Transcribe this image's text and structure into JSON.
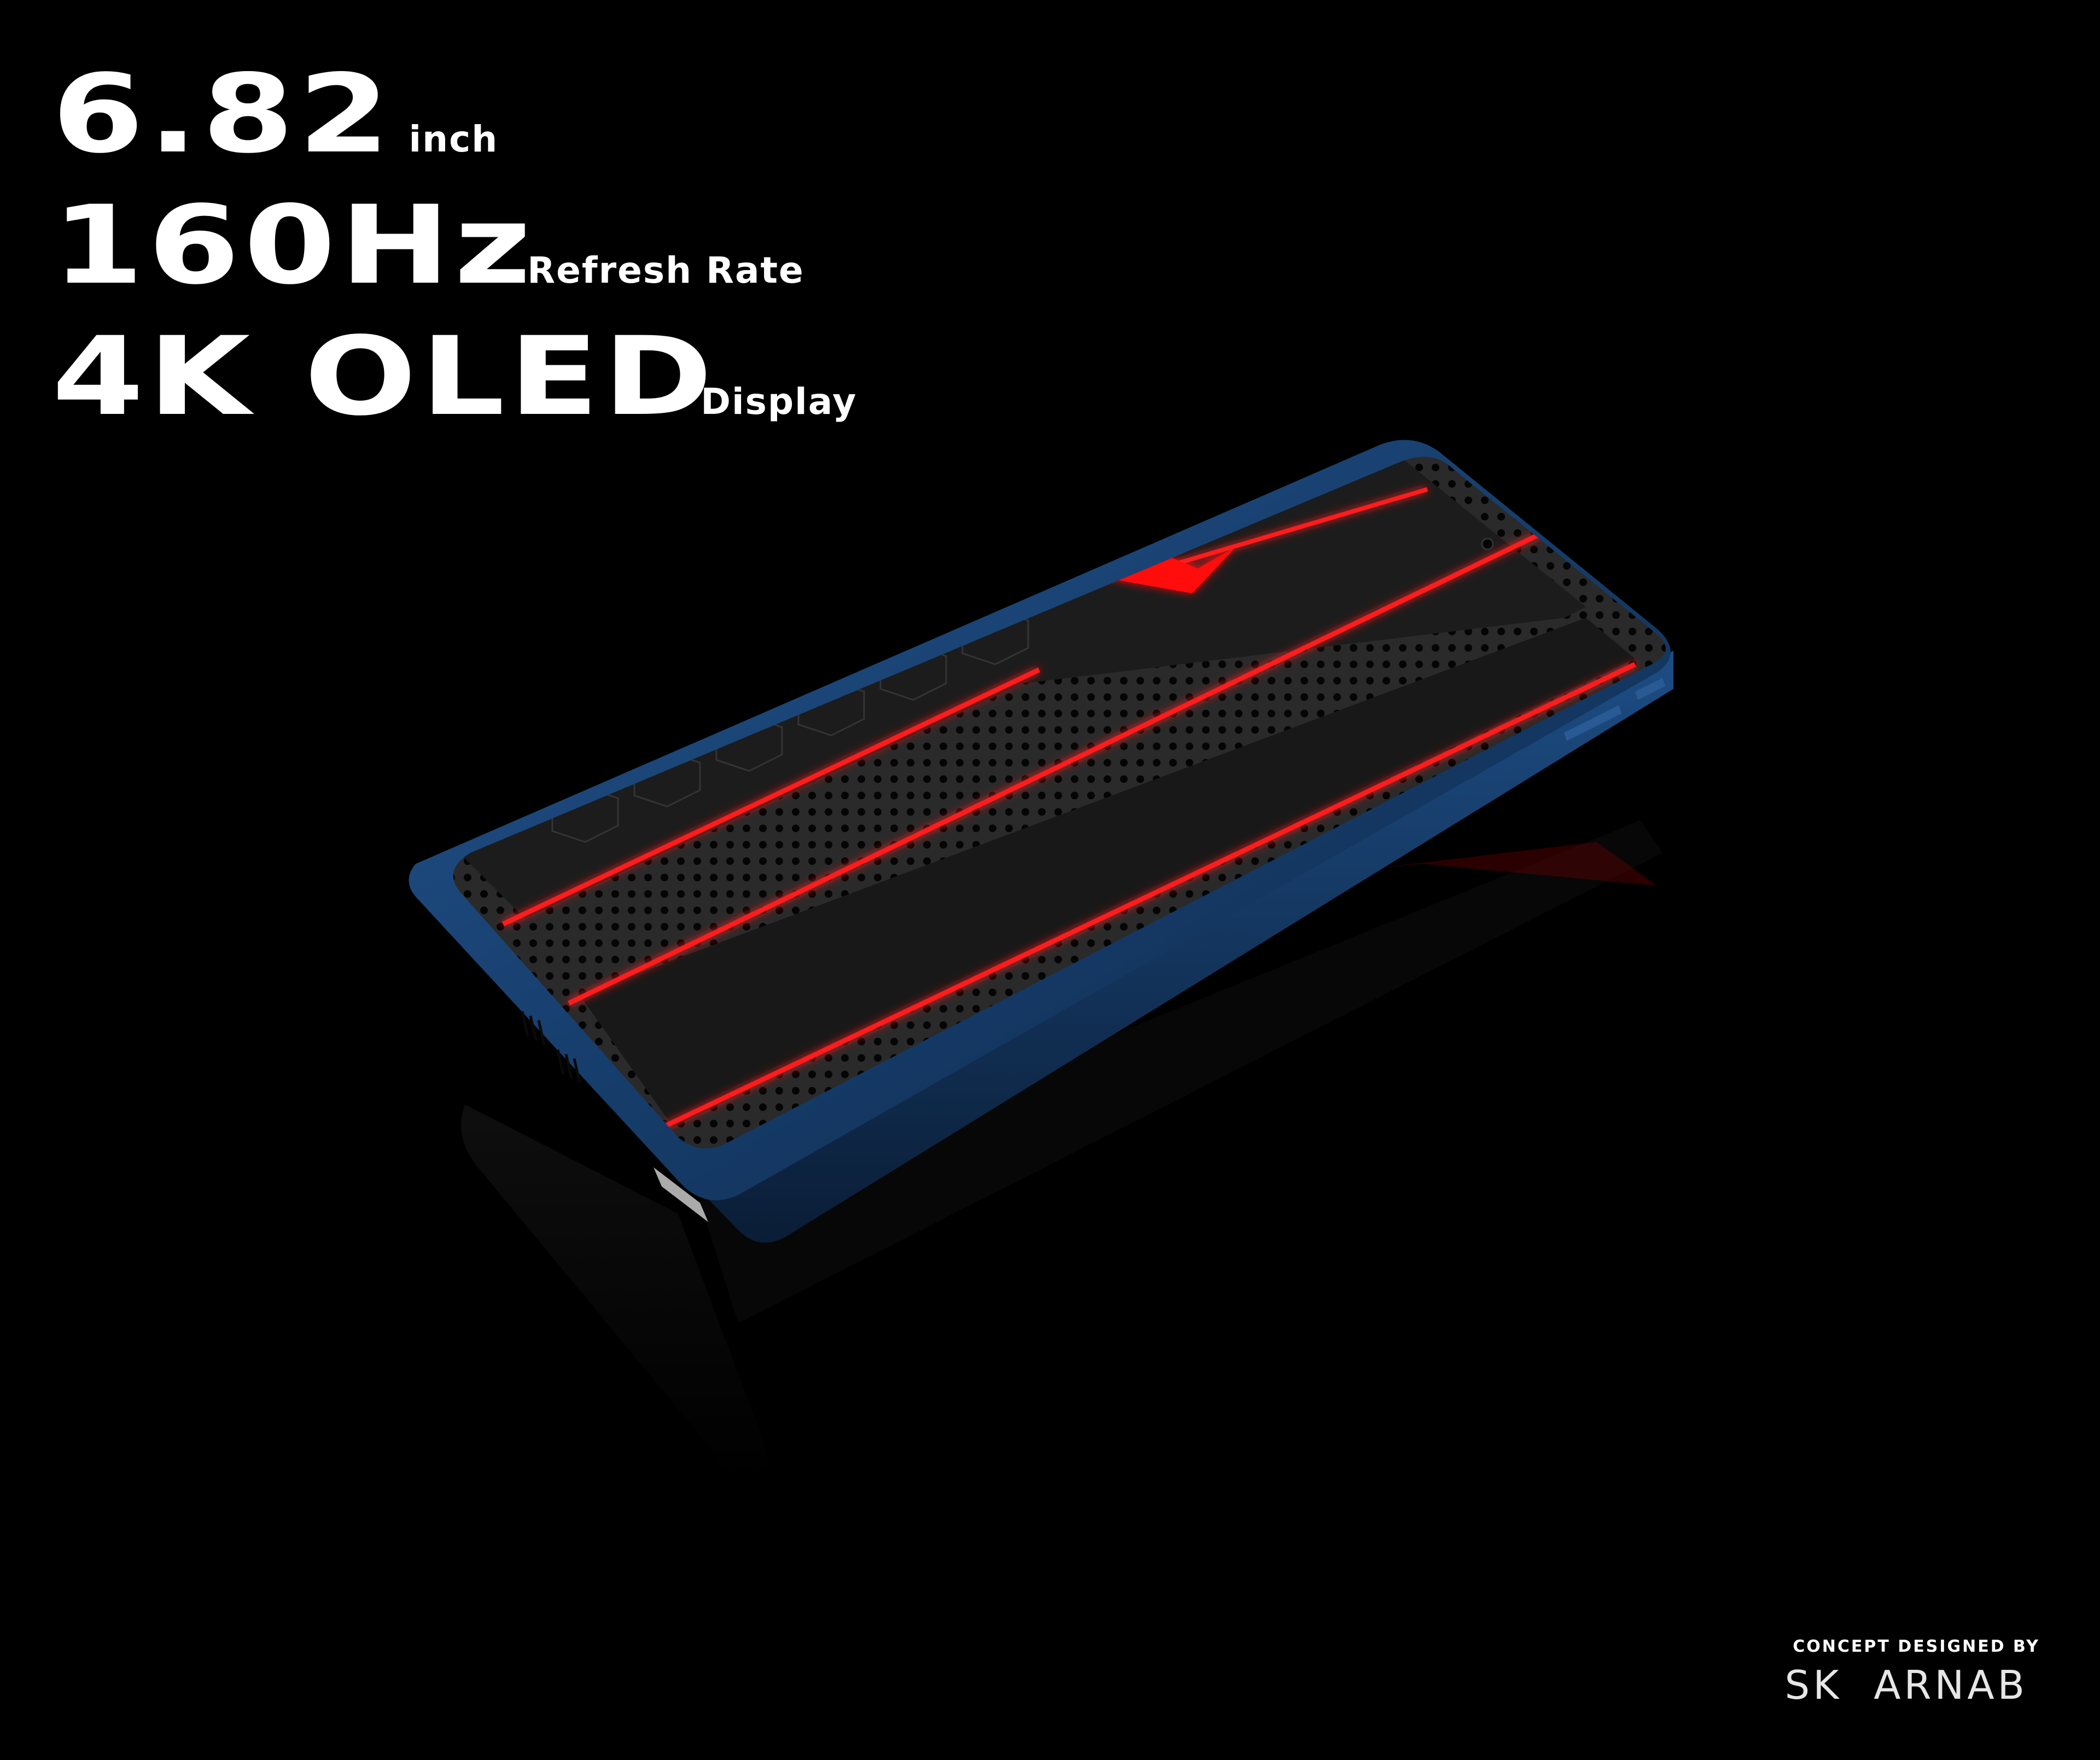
{
  "specs": {
    "size_value": "6.82",
    "size_unit": "inch",
    "rate_value": "160Hz",
    "rate_unit": "Refresh Rate",
    "display_value": "4K OLED",
    "display_unit": "Display"
  },
  "credit": {
    "line": "CONCEPT DESIGNED BY",
    "name": "SK  ARNAB"
  },
  "colors": {
    "background": "#000000",
    "frame": "#1f4f86",
    "accent": "#ff1414",
    "panel": "#1a1a1a",
    "text": "#ffffff"
  }
}
